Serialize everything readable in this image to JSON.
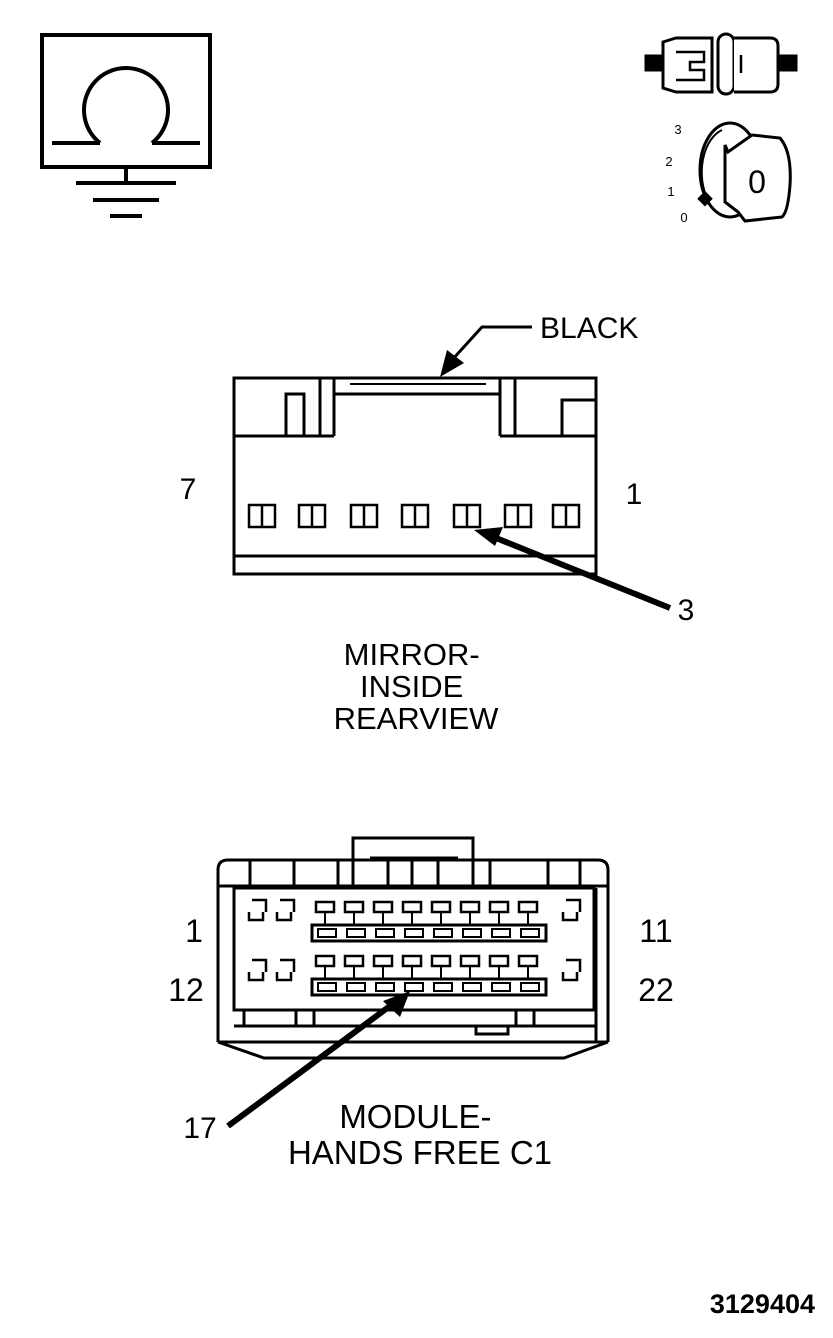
{
  "icons": {
    "ohmmeter": "ohmmeter-symbol-icon",
    "connector": "connector-disconnect-icon",
    "ignition": "ignition-key-off-icon"
  },
  "ignition": {
    "positions": [
      "3",
      "2",
      "1",
      "0"
    ],
    "key_label": "0"
  },
  "mirror_connector": {
    "color_label": "BLACK",
    "pin_left": "7",
    "pin_right": "1",
    "pin_callout": "3",
    "title_lines": [
      "MIRROR-",
      "INSIDE",
      "REARVIEW"
    ]
  },
  "module_connector": {
    "pin_top_left": "1",
    "pin_top_right": "11",
    "pin_bottom_left": "12",
    "pin_bottom_right": "22",
    "pin_callout": "17",
    "title_lines": [
      "MODULE-",
      "HANDS FREE C1"
    ]
  },
  "figure_id": "3129404"
}
